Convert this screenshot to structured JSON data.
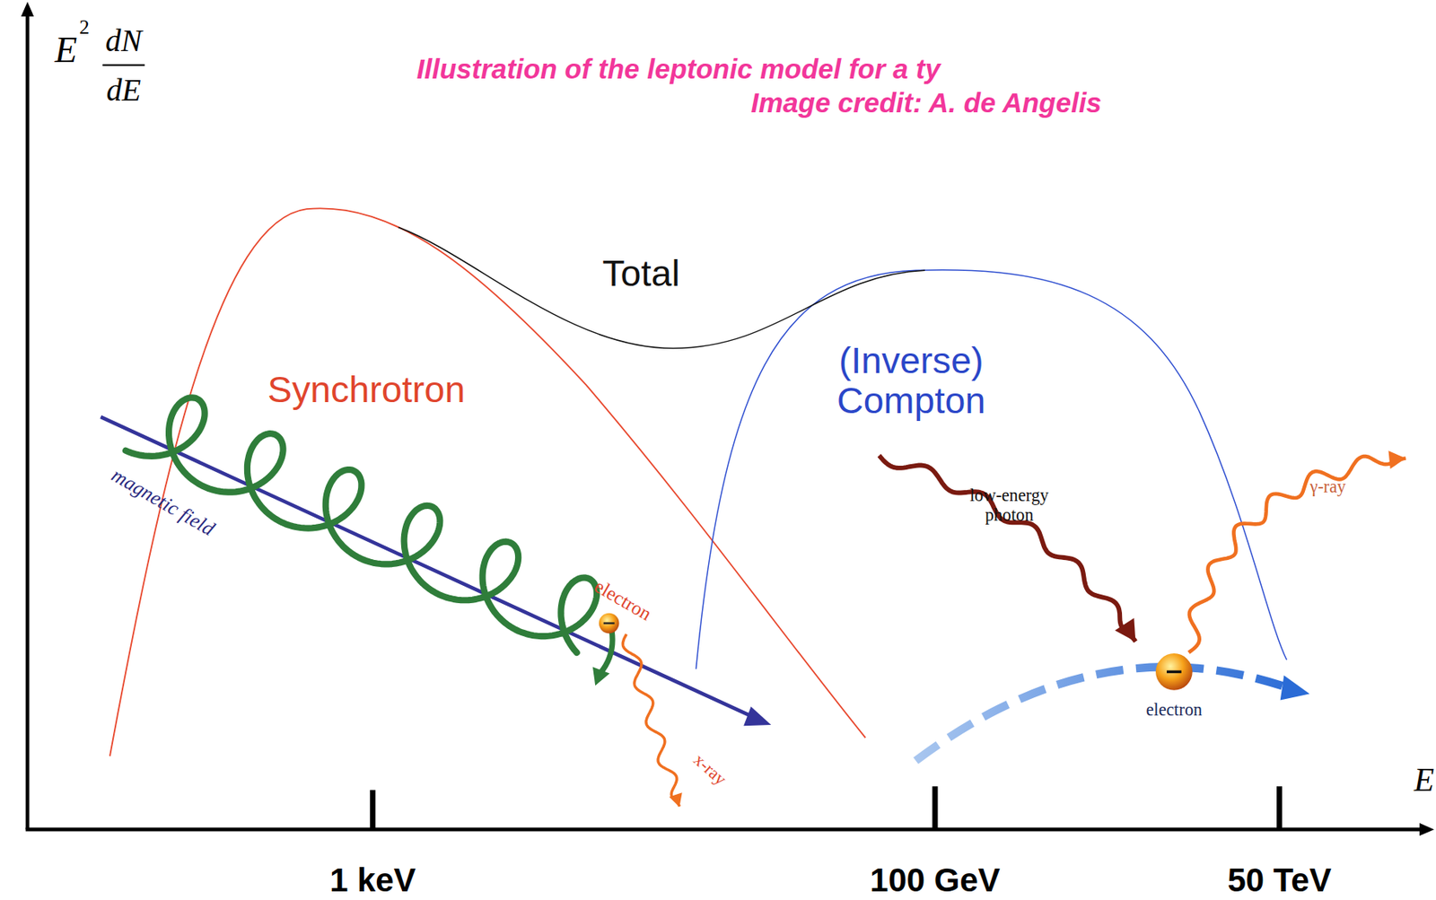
{
  "diagram": {
    "labels": [
      "Illustration of the leptonic model for a ty",
      "Image credit: A. de Angelis",
      "E",
      "2",
      "dN",
      "dE",
      "Total",
      "Synchrotron",
      "(Inverse) Compton",
      "magnetic field",
      "electron",
      "x-ray",
      "low-energy photon",
      "γ-ray",
      "electron",
      "E",
      "1 keV",
      "100 GeV",
      "50 TeV"
    ]
  }
}
